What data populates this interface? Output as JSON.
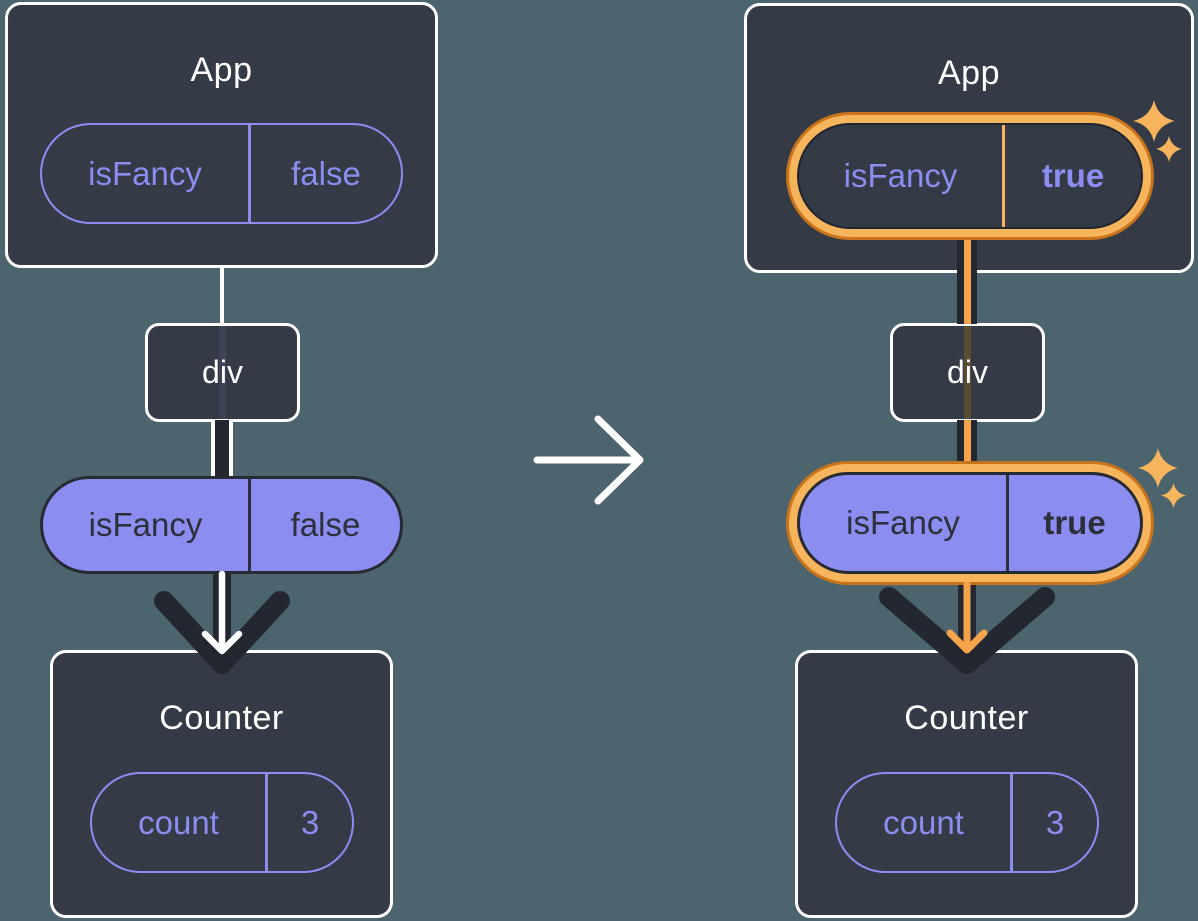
{
  "diagram_title": "state-transition-before-after",
  "colors": {
    "background": "#4c646e",
    "card_background": "#343a46",
    "card_border": "#ffffff",
    "purple_accent": "#8b8df0",
    "ink_dark": "#23272f",
    "highlight_orange": "#f6b45c",
    "highlight_orange_deep": "#c9731a",
    "orange_line": "#f6a44b"
  },
  "left_tree": {
    "app_card": {
      "title": "App",
      "pill": {
        "key": "isFancy",
        "value": "false"
      }
    },
    "div_node": {
      "label": "div"
    },
    "prop_pill": {
      "key": "isFancy",
      "value": "false"
    },
    "counter_card": {
      "title": "Counter",
      "pill": {
        "key": "count",
        "value": "3"
      }
    }
  },
  "right_tree": {
    "app_card": {
      "title": "App",
      "pill": {
        "key": "isFancy",
        "value": "true"
      }
    },
    "div_node": {
      "label": "div"
    },
    "prop_pill": {
      "key": "isFancy",
      "value": "true"
    },
    "counter_card": {
      "title": "Counter",
      "pill": {
        "key": "count",
        "value": "3"
      }
    }
  },
  "icons": {
    "transition_arrow": "right-arrow",
    "down_arrow": "down-chevron-arrow",
    "sparkles": "four-point-sparkle"
  }
}
